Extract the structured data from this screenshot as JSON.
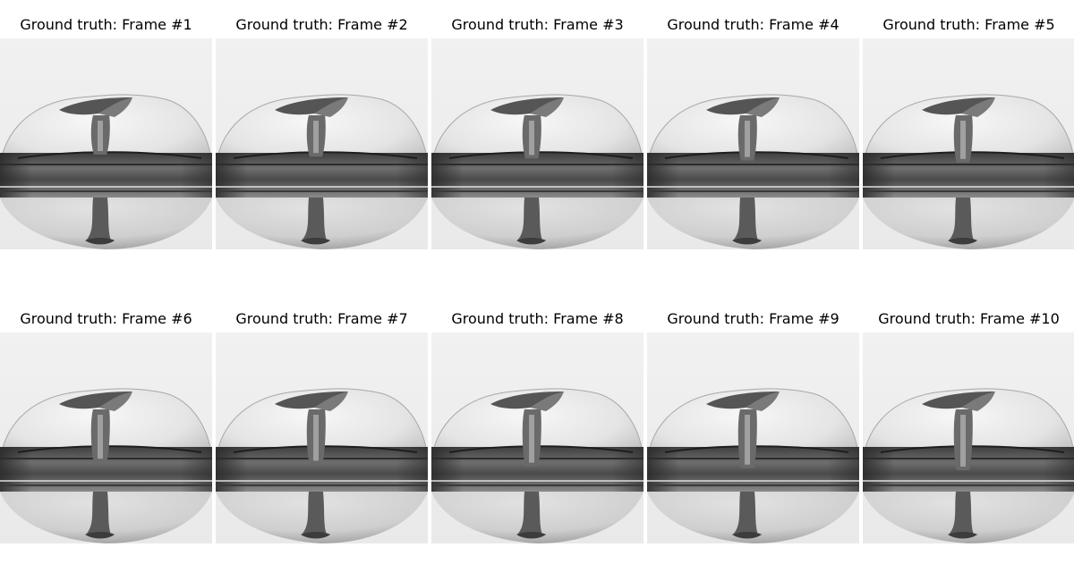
{
  "figure": {
    "frames": [
      {
        "title": "Ground truth: Frame #1",
        "neck_progress": 0.0
      },
      {
        "title": "Ground truth: Frame #2",
        "neck_progress": 0.11
      },
      {
        "title": "Ground truth: Frame #3",
        "neck_progress": 0.22
      },
      {
        "title": "Ground truth: Frame #4",
        "neck_progress": 0.33
      },
      {
        "title": "Ground truth: Frame #5",
        "neck_progress": 0.44
      },
      {
        "title": "Ground truth: Frame #6",
        "neck_progress": 0.56
      },
      {
        "title": "Ground truth: Frame #7",
        "neck_progress": 0.67
      },
      {
        "title": "Ground truth: Frame #8",
        "neck_progress": 0.78
      },
      {
        "title": "Ground truth: Frame #9",
        "neck_progress": 0.89
      },
      {
        "title": "Ground truth: Frame #10",
        "neck_progress": 1.0
      }
    ]
  }
}
